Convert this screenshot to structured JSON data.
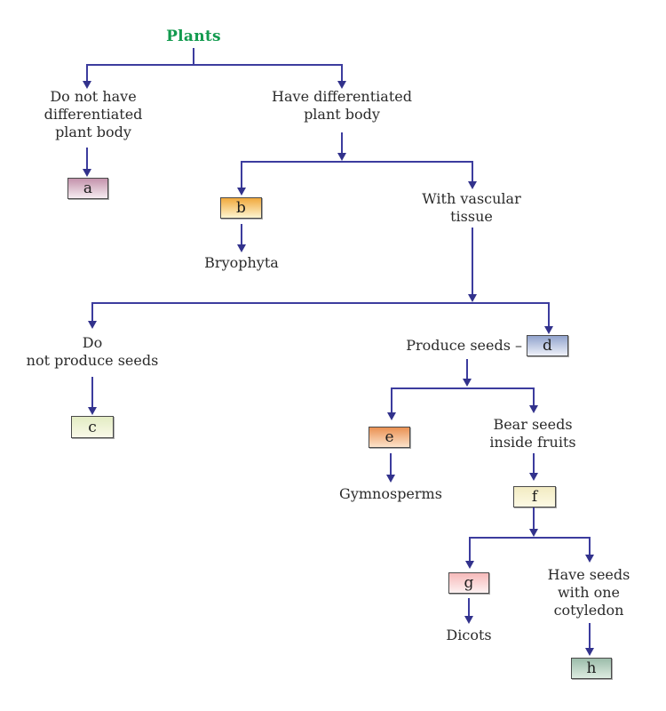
{
  "title": "Plants",
  "colors": {
    "title_green": "#129a4e",
    "line": "#3c3c9e",
    "arrow": "#32328c",
    "text": "#2b2b2b",
    "box_border": "#4a4a4a"
  },
  "labels": {
    "no_diff_body": "Do not have\ndifferentiated\nplant body",
    "have_diff_body": "Have differentiated\nplant body",
    "with_vascular": "With vascular\ntissue",
    "no_seeds": "Do\nnot produce seeds",
    "produce_seeds": "Produce seeds –",
    "bear_seeds": "Bear seeds\ninside fruits",
    "have_one_cotyledon": "Have seeds\nwith one\ncotyledon",
    "bryophyta": "Bryophyta",
    "gymnosperms": "Gymnosperms",
    "dicots": "Dicots"
  },
  "boxes": {
    "a": {
      "letter": "a",
      "gradient_top": "#c493ac",
      "gradient_bottom": "#f6ecf1"
    },
    "b": {
      "letter": "b",
      "gradient_top": "#f1a93d",
      "gradient_bottom": "#fdf5d0"
    },
    "c": {
      "letter": "c",
      "gradient_top": "#e3ecc3",
      "gradient_bottom": "#f9f9e8"
    },
    "d": {
      "letter": "d",
      "gradient_top": "#91a3cd",
      "gradient_bottom": "#eef1f9"
    },
    "e": {
      "letter": "e",
      "gradient_top": "#ea9152",
      "gradient_bottom": "#fce3cb"
    },
    "f": {
      "letter": "f",
      "gradient_top": "#f2ebc2",
      "gradient_bottom": "#fdfae4"
    },
    "g": {
      "letter": "g",
      "gradient_top": "#f6baba",
      "gradient_bottom": "#fdf1f1"
    },
    "h": {
      "letter": "h",
      "gradient_top": "#9cbcaa",
      "gradient_bottom": "#ddece1"
    }
  }
}
